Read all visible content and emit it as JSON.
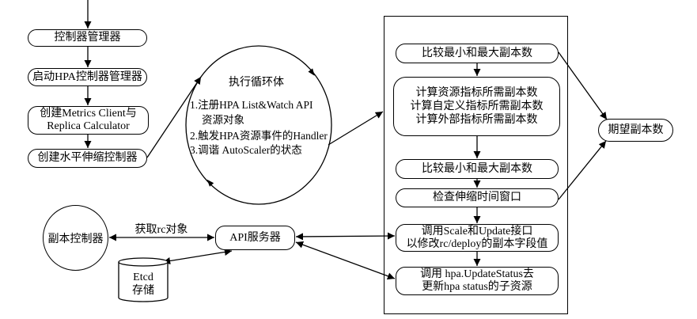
{
  "left_flow": {
    "controller_manager": "控制器管理器",
    "start_hpa": "启动HPA控制器管理器",
    "create_metrics": [
      "创建Metrics Client与",
      "Replica Calculator"
    ],
    "create_hpa_controller": "创建水平伸缩控制器"
  },
  "loop": {
    "title": "执行循环体",
    "items": [
      "1.注册HPA List&Watch API",
      "资源对象",
      "2.触发HPA资源事件的Handler",
      "3.调谐 AutoScaler的状态"
    ]
  },
  "bottom": {
    "replica_controller": "副本控制器",
    "get_rc_label": "获取rc对象",
    "api_server": "API服务器",
    "etcd": [
      "Etcd",
      "存储"
    ]
  },
  "main_flow": {
    "compare_1": "比较最小和最大副本数",
    "compute": [
      "计算资源指标所需副本数",
      "计算自定义指标所需副本数",
      "计算外部指标所需副本数"
    ],
    "compare_2": "比较最小和最大副本数",
    "check_window": "检查伸缩时间窗口",
    "call_scale": [
      "调用Scale和Update接口",
      "以修改rc/deploy的副本字段值"
    ],
    "update_status": [
      "调用 hpa.UpdateStatus去",
      "更新hpa status的子资源"
    ]
  },
  "desired_replicas": "期望副本数"
}
